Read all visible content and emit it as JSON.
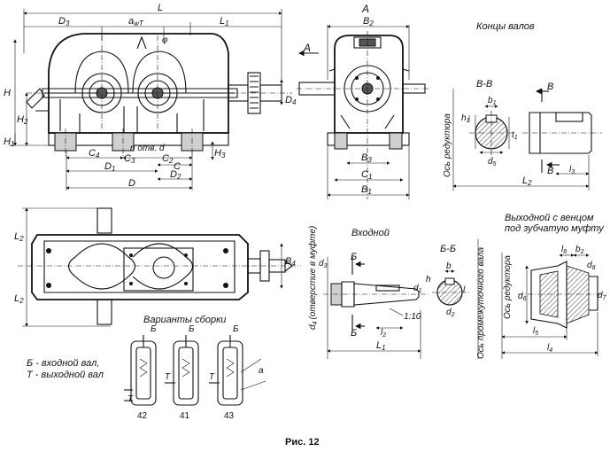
{
  "figure": {
    "caption": "Рис. 12",
    "shaft_ends_title": "Концы валов",
    "assembly_title": "Варианты сборки",
    "input_title": "Входной",
    "output_title_line1": "Выходной с венцом",
    "output_title_line2": "под зубчатую муфту",
    "legend_b": "Б - входной вал,",
    "legend_t": "Т - выходной вал",
    "variants": [
      "42",
      "41",
      "43"
    ],
    "letter_b": "Б",
    "letter_t": "Т",
    "axis_reducer": "Ось редуктора",
    "axis_intermediate": "Ось промежуточного вала",
    "clutch_hole": "(отверстие в муфте)",
    "taper": "1:10",
    "holes": "n отв. d"
  },
  "labels": {
    "L": "L",
    "D3": "D",
    "D3s": "3",
    "awT": "a",
    "awTs": "wT",
    "L1": "L",
    "L1s": "1",
    "A": "A",
    "B2": "B",
    "B2s": "2",
    "H": "H",
    "H2": "H",
    "H2s": "2",
    "H1": "H",
    "H1s": "1",
    "H3": "H",
    "H3s": "3",
    "C4": "C",
    "C4s": "4",
    "C3": "C",
    "C3s": "3",
    "C2": "C",
    "C2s": "2",
    "C": "C",
    "D1": "D",
    "D1s": "1",
    "D2": "D",
    "D2s": "2",
    "D": "D",
    "D4": "D",
    "D4s": "4",
    "B3": "B",
    "B3s": "3",
    "C1": "C",
    "C1s": "1",
    "B1": "B",
    "B1s": "1",
    "phi": "φ",
    "L2": "L",
    "L2s": "2",
    "B4": "B",
    "B4s": "4",
    "VV": "В-В",
    "V": "В",
    "b1": "b",
    "b1s": "1",
    "h1": "h",
    "h1s": "1",
    "t1": "t",
    "t1s": "1",
    "d5": "d",
    "d5s": "5",
    "l3": "l",
    "l3s": "3",
    "d4": "d",
    "d4s": "4",
    "d3": "d",
    "d3s": "3",
    "BB": "Б-Б",
    "B": "Б",
    "h": "h",
    "b": "b",
    "d1": "d",
    "d1s": "1",
    "d2": "d",
    "d2s": "2",
    "l": "l",
    "l2": "l",
    "l2s": "2",
    "l8": "l",
    "l8s": "8",
    "d6": "d",
    "d6s": "6",
    "d7": "d",
    "d7s": "7",
    "l5": "l",
    "l5s": "5",
    "l4": "l",
    "l4s": "4",
    "d8": "d",
    "d8s": "8",
    "a": "a"
  }
}
